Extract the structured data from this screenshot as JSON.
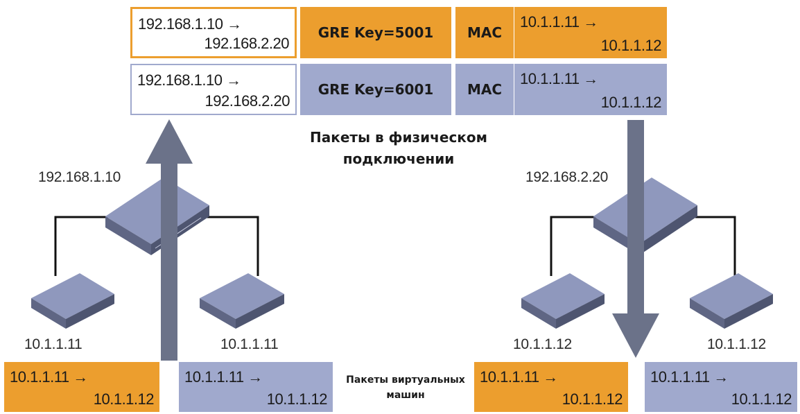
{
  "physical_packets": [
    {
      "outer_addr": {
        "from": "192.168.1.10 →",
        "to": "192.168.2.20"
      },
      "gre": "GRE Key=5001",
      "mac": "MAC",
      "inner_addr": {
        "from": "10.1.1.11 →",
        "to": "10.1.1.12"
      },
      "color": "#ec9e2e"
    },
    {
      "outer_addr": {
        "from": "192.168.1.10 →",
        "to": "192.168.2.20"
      },
      "gre": "GRE Key=6001",
      "mac": "MAC",
      "inner_addr": {
        "from": "10.1.1.11 →",
        "to": "10.1.1.12"
      },
      "color": "#a0a9cd"
    }
  ],
  "physical_caption": {
    "line1": "Пакеты в физическом",
    "line2": "подключении"
  },
  "vm_caption": {
    "line1": "Пакеты виртуальных",
    "line2": "машин"
  },
  "hosts": {
    "left_switch": "192.168.1.10",
    "right_switch": "192.168.2.20",
    "left_vm1": "10.1.1.11",
    "left_vm2": "10.1.1.11",
    "right_vm1": "10.1.1.12",
    "right_vm2": "10.1.1.12"
  },
  "vm_packets": [
    {
      "from": "10.1.1.11 →",
      "to": "10.1.1.12",
      "color": "#ec9e2e"
    },
    {
      "from": "10.1.1.11 →",
      "to": "10.1.1.12",
      "color": "#a0a9cd"
    },
    {
      "from": "10.1.1.11 →",
      "to": "10.1.1.12",
      "color": "#ec9e2e"
    },
    {
      "from": "10.1.1.11 →",
      "to": "10.1.1.12",
      "color": "#a0a9cd"
    }
  ],
  "colors": {
    "orange": "#ec9e2e",
    "blue": "#a0a9cd",
    "arrow": "#6b7289",
    "device_top": "#8f98bd",
    "device_side": "#5f6684"
  }
}
